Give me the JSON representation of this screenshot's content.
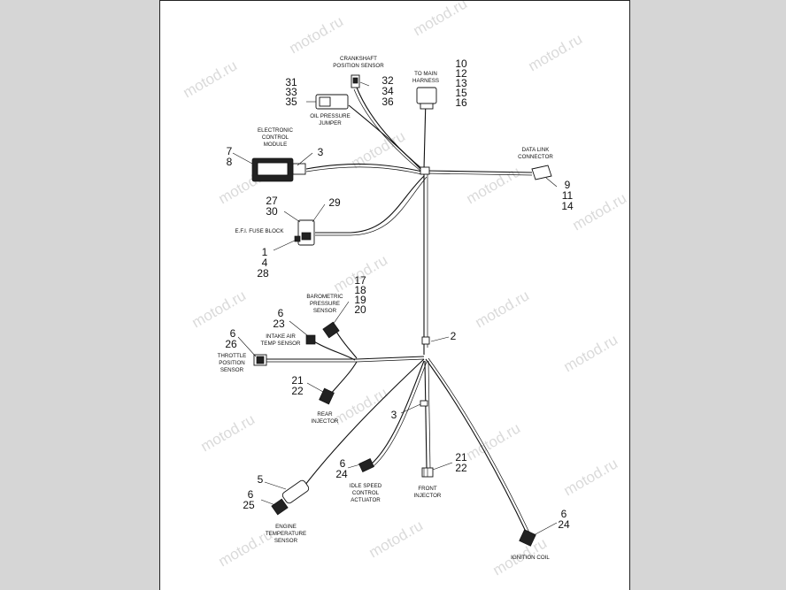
{
  "watermark": "motod.ru",
  "labels": {
    "crankshaft": [
      "CRANKSHAFT",
      "POSITION SENSOR"
    ],
    "main_harness": [
      "TO MAIN",
      "HARNESS"
    ],
    "oil_pressure": [
      "OIL PRESSURE",
      "JUMPER"
    ],
    "ecm": [
      "ELECTRONIC",
      "CONTROL",
      "MODULE"
    ],
    "data_link": [
      "DATA LINK",
      "CONNECTOR"
    ],
    "fuse_block": [
      "E.F.I. FUSE BLOCK"
    ],
    "baro": [
      "BAROMETRIC",
      "PRESSURE",
      "SENSOR"
    ],
    "intake_air": [
      "INTAKE AIR",
      "TEMP SENSOR"
    ],
    "throttle": [
      "THROTTLE",
      "POSITION",
      "SENSOR"
    ],
    "rear_injector": [
      "REAR",
      "INJECTOR"
    ],
    "idle_speed": [
      "IDLE SPEED",
      "CONTROL",
      "ACTUATOR"
    ],
    "front_injector": [
      "FRONT",
      "INJECTOR"
    ],
    "engine_temp": [
      "ENGINE",
      "TEMPERATURE",
      "SENSOR"
    ],
    "ignition_coil": [
      "IGNITION COIL"
    ]
  },
  "callouts": {
    "crank": [
      "32",
      "34",
      "36"
    ],
    "main": [
      "10",
      "12",
      "13",
      "15",
      "16"
    ],
    "oil": [
      "31",
      "33",
      "35"
    ],
    "ecm_left": [
      "7",
      "8"
    ],
    "ecm_right": "3",
    "data_link": [
      "9",
      "11",
      "14"
    ],
    "fuse_top_left": [
      "27",
      "30"
    ],
    "fuse_top_right": "29",
    "fuse_bottom": [
      "1",
      "4",
      "28"
    ],
    "baro": [
      "17",
      "18",
      "19",
      "20"
    ],
    "intake": [
      "6",
      "23"
    ],
    "throttle": [
      "6",
      "26"
    ],
    "junction": "2",
    "rear_inj": [
      "21",
      "22"
    ],
    "clip": "3",
    "idle": [
      "6",
      "24"
    ],
    "front_inj": [
      "21",
      "22"
    ],
    "eng_temp_5": "5",
    "eng_temp": [
      "6",
      "25"
    ],
    "coil": [
      "6",
      "24"
    ]
  }
}
